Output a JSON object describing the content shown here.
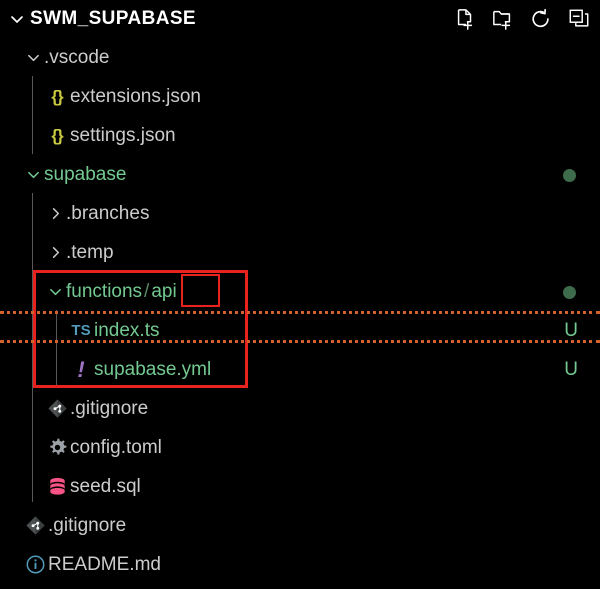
{
  "header": {
    "title": "SWM_SUPABASE",
    "twisty_icon": "chevron-down-icon",
    "actions": [
      {
        "name": "new-file-button",
        "label": "New File",
        "icon": "new-file-icon"
      },
      {
        "name": "new-folder-button",
        "label": "New Folder",
        "icon": "new-folder-icon"
      },
      {
        "name": "refresh-button",
        "label": "Refresh Explorer",
        "icon": "refresh-icon"
      },
      {
        "name": "collapse-all-button",
        "label": "Collapse Folders in Explorer",
        "icon": "collapse-all-icon"
      }
    ]
  },
  "colors": {
    "background": "#000000",
    "foreground": "#cccccc",
    "git_untracked_green": "#73c991",
    "status_dot_green": "#3d6b4c",
    "annotation_red": "#e8231f",
    "annotation_dashed_orange": "#d2622a",
    "json_icon_yellow": "#cbcb41",
    "ts_icon_blue": "#519aba",
    "yml_icon_purple": "#a074c4",
    "sql_icon_pink": "#f55385",
    "md_icon_blue": "#519aba",
    "indent_guide": "#585858"
  },
  "tree": [
    {
      "label": ".vscode",
      "kind": "folder",
      "state": "expanded",
      "twisty": "chevron-down-icon",
      "icon": null,
      "indent": 1,
      "green": false,
      "badge": "",
      "dot": false
    },
    {
      "label": "extensions.json",
      "kind": "file",
      "state": "",
      "twisty": "",
      "icon": "json-icon",
      "icon_glyph": "{}",
      "indent": 2,
      "green": false,
      "badge": "",
      "dot": false
    },
    {
      "label": "settings.json",
      "kind": "file",
      "state": "",
      "twisty": "",
      "icon": "json-icon",
      "icon_glyph": "{}",
      "indent": 2,
      "green": false,
      "badge": "",
      "dot": false
    },
    {
      "label": "supabase",
      "kind": "folder",
      "state": "expanded",
      "twisty": "chevron-down-icon",
      "icon": null,
      "indent": 1,
      "green": true,
      "badge": "",
      "dot": true
    },
    {
      "label": ".branches",
      "kind": "folder",
      "state": "collapsed",
      "twisty": "chevron-right-icon",
      "icon": null,
      "indent": 2,
      "green": false,
      "badge": "",
      "dot": false
    },
    {
      "label": ".temp",
      "kind": "folder",
      "state": "collapsed",
      "twisty": "chevron-right-icon",
      "icon": null,
      "indent": 2,
      "green": false,
      "badge": "",
      "dot": false
    },
    {
      "label": "functions",
      "label_suffix": "api",
      "label_separator": "/",
      "kind": "folder",
      "state": "expanded",
      "twisty": "chevron-down-icon",
      "icon": null,
      "indent": 2,
      "green": true,
      "badge": "",
      "dot": true,
      "highlighted_segment": "api"
    },
    {
      "label": "index.ts",
      "kind": "file",
      "state": "",
      "twisty": "",
      "icon": "typescript-icon",
      "icon_glyph": "TS",
      "indent": 3,
      "green": true,
      "badge": "U",
      "dot": false
    },
    {
      "label": "supabase.yml",
      "kind": "file",
      "state": "",
      "twisty": "",
      "icon": "yaml-icon",
      "icon_glyph": "!",
      "indent": 3,
      "green": true,
      "badge": "U",
      "dot": false
    },
    {
      "label": ".gitignore",
      "kind": "file",
      "state": "",
      "twisty": "",
      "icon": "git-icon",
      "icon_glyph": "",
      "indent": 2,
      "green": false,
      "badge": "",
      "dot": false
    },
    {
      "label": "config.toml",
      "kind": "file",
      "state": "",
      "twisty": "",
      "icon": "gear-icon",
      "icon_glyph": "",
      "indent": 2,
      "green": false,
      "badge": "",
      "dot": false
    },
    {
      "label": "seed.sql",
      "kind": "file",
      "state": "",
      "twisty": "",
      "icon": "database-icon",
      "icon_glyph": "",
      "indent": 2,
      "green": false,
      "badge": "",
      "dot": false
    },
    {
      "label": ".gitignore",
      "kind": "file",
      "state": "",
      "twisty": "",
      "icon": "git-icon",
      "icon_glyph": "",
      "indent": 1,
      "green": false,
      "badge": "",
      "dot": false
    },
    {
      "label": "README.md",
      "kind": "file",
      "state": "",
      "twisty": "",
      "icon": "markdown-info-icon",
      "icon_glyph": "",
      "indent": 1,
      "green": false,
      "badge": "",
      "dot": false
    }
  ],
  "annotations": {
    "red_box_main": "functions/api group highlight",
    "red_box_api": "api segment highlight",
    "dashed_line_1": "separator above index.ts",
    "dashed_line_2": "separator above supabase.yml"
  }
}
